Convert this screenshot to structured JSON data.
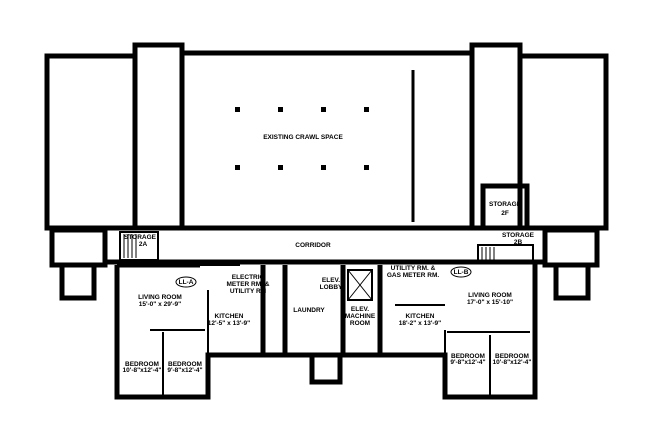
{
  "plan": {
    "crawl_space": "EXISTING CRAWL SPACE",
    "corridor": "CORRIDOR",
    "storage_label": "STORAGE",
    "storage_2a": "2A",
    "storage_upper_right": "2F",
    "storage_lower_right": "2B",
    "elev_lobby": [
      "ELEV.",
      "LOBBY"
    ],
    "elev_machine_room": [
      "ELEV.",
      "MACHINE",
      "ROOM"
    ],
    "laundry": "LAUNDRY",
    "electric_meter": [
      "ELECTRIC",
      "METER RM. &",
      "UTILITY RM"
    ],
    "utility_gas_meter": [
      "UTILITY RM. &",
      "GAS METER RM."
    ],
    "unit_a": {
      "tag": "LL-A",
      "living_room": {
        "label": "LIVING ROOM",
        "dims": "15'-0\" x 29'-9\""
      },
      "kitchen": {
        "label": "KITCHEN",
        "dims": "12'-5\" x 13'-9\""
      },
      "bedroom_1": {
        "label": "BEDROOM",
        "dims": "10'-8\"x12'-4\""
      },
      "bedroom_2": {
        "label": "BEDROOM",
        "dims": "9'-8\"x12'-4\""
      }
    },
    "unit_b": {
      "tag": "LL-B",
      "living_room": {
        "label": "LIVING ROOM",
        "dims": "17'-0\" x 15'-10\""
      },
      "kitchen": {
        "label": "KITCHEN",
        "dims": "18'-2\" x 13'-9\""
      },
      "bedroom_1": {
        "label": "BEDROOM",
        "dims": "9'-8\"x12'-4\""
      },
      "bedroom_2": {
        "label": "BEDROOM",
        "dims": "10'-8\"x12'-4\""
      }
    }
  }
}
